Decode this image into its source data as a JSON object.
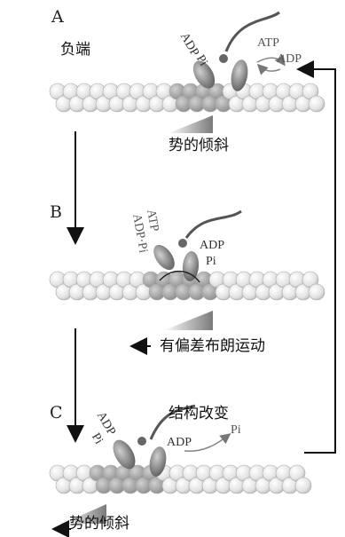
{
  "panels": [
    {
      "label": "A",
      "end_label": "负端",
      "gradient_label": "势的倾斜",
      "head_labels": [
        "ADP",
        "Pi"
      ],
      "exchange": [
        "ATP",
        "ADP"
      ]
    },
    {
      "label": "B",
      "head_labels": [
        "ATP",
        "ADP·Pi"
      ],
      "rear_labels": [
        "ADP",
        "Pi"
      ],
      "gradient_label": "有偏差布朗运动"
    },
    {
      "label": "C",
      "head_labels": [
        "ADP",
        "Pi"
      ],
      "change_label": "结构改变",
      "rear_labels": [
        "ADP"
      ],
      "release": "Pi",
      "gradient_label": "势的倾斜"
    }
  ],
  "colors": {
    "filament": "#d9d9d9",
    "head": "#8a8a8a",
    "arrow": "#111111",
    "gradient_dark": "#777777"
  }
}
